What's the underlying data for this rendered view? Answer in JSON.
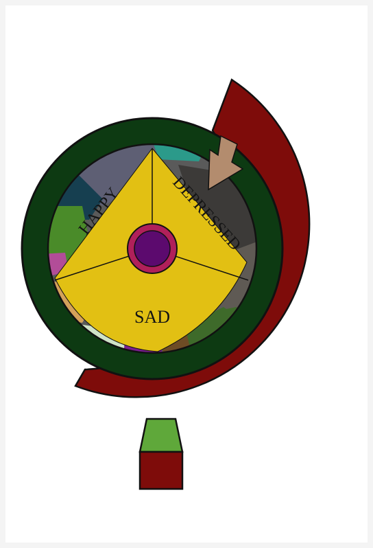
{
  "wheel": {
    "segments": [
      {
        "id": "happy",
        "label": "HAPPY"
      },
      {
        "id": "depressed",
        "label": "DEPRESSED"
      },
      {
        "id": "sad",
        "label": "SAD"
      }
    ]
  },
  "colors": {
    "page": "#ffffff",
    "outer_ring": "#0d3a12",
    "stand_arm": "#7e0c0a",
    "pointer": "#b38c6e",
    "pie_fill": "#e2c013",
    "hub_ring": "#b0205a",
    "hub_center": "#5c0a6e",
    "base_neck": "#5fa83a",
    "base_block": "#7e0c0a",
    "outline": "#111111"
  }
}
